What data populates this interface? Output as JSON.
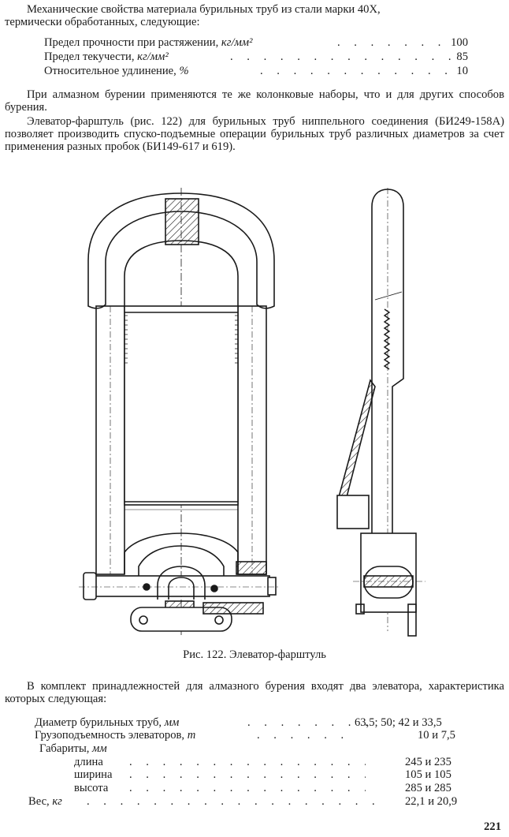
{
  "intro": {
    "line1": "Механические свойства материала бурильных труб из стали марки 40Х,",
    "line2": "термически обработанных, следующие:"
  },
  "properties": [
    {
      "label": "Предел прочности при растяжении, ",
      "unit": "кг/мм²",
      "value": "100"
    },
    {
      "label": "Предел текучести, ",
      "unit": "кг/мм²",
      "value": "85"
    },
    {
      "label": "Относительное удлинение, ",
      "unit": "%",
      "value": "10"
    }
  ],
  "paragraph1": "При алмазном бурении применяются те же колонковые наборы, что и для других способов бурения.",
  "paragraph2": "Элеватор-фарштуль (рис. 122) для бурильных труб ниппельного соединения (БИ249-158А) позволяет производить спуско-подъемные операции бурильных труб различных диаметров за счет применения разных пробок (БИ149-617 и 619).",
  "figure": {
    "caption": "Рис. 122. Элеватор-фарштуль"
  },
  "paragraph3": "В комплект принадлежностей для алмазного бурения входят два элеватора, характеристика которых следующая:",
  "specs": [
    {
      "label": "Диаметр бурильных труб, ",
      "unit": "мм",
      "value": "63,5; 50; 42 и 33,5"
    },
    {
      "label": "Грузоподъемность элеваторов, ",
      "unit": "т",
      "value": "10 и 7,5"
    },
    {
      "label": "Габариты, ",
      "unit": "мм",
      "value": ""
    },
    {
      "label": "длина",
      "unit": "",
      "value": "245 и 235"
    },
    {
      "label": "ширина",
      "unit": "",
      "value": "105 и 105"
    },
    {
      "label": "высота",
      "unit": "",
      "value": "285 и 285"
    },
    {
      "label": "Вес, ",
      "unit": "кг",
      "value": "22,1 и 20,9"
    }
  ],
  "page_number": "221"
}
